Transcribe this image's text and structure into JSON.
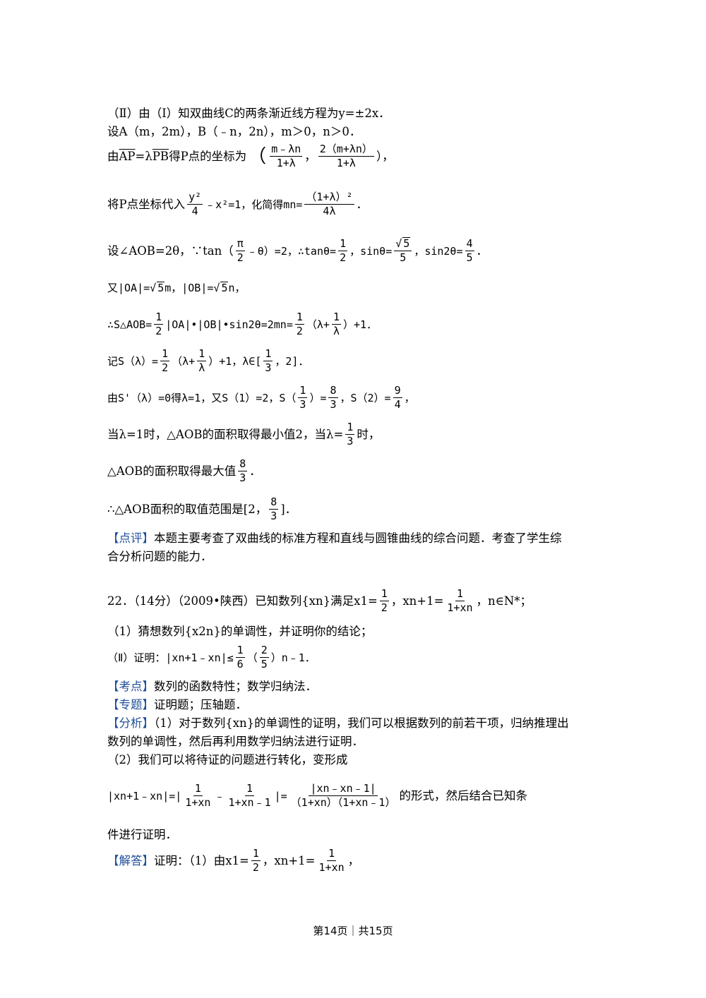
{
  "lines": {
    "l1": "（Ⅱ）由（Ⅰ）知双曲线C的两条渐近线方程为y=±2x．",
    "l2": "设A（m，2m），B（﹣n，2n），m＞0，n＞0．",
    "l3": {
      "pre": "由",
      "ap": "AP",
      "eq": "=λ",
      "pb": "PB",
      "mid": "得P点的坐标为",
      "x_num": "m﹣λn",
      "x_den": "1+λ",
      "y_num": "2（m+λn）",
      "y_den": "1+λ",
      "post": "），"
    },
    "l4": {
      "pre": "将P点坐标代入",
      "num": "y²",
      "den": "4",
      "mid": "﹣x²=1，化简得",
      "lhs": "mn=",
      "rnum": "（1+λ）²",
      "rden": "4λ",
      "post": "．"
    },
    "l5": {
      "pre": "设∠AOB=2θ，∵tan（",
      "pi_num": "π",
      "pi_den": "2",
      "mid1": "﹣θ）=2，∴tanθ=",
      "t_num": "1",
      "t_den": "2",
      "mid2": "，sinθ=",
      "s_num": "5",
      "s_den": "5",
      "mid3": "，sin2θ=",
      "s2_num": "4",
      "s2_den": "5",
      "post": "．"
    },
    "l6": {
      "pre": "又|OA|=",
      "oa_rad": "5",
      "oa_post": "m，|OB|=",
      "ob_rad": "5",
      "ob_post": "n，"
    },
    "l7": {
      "pre": "∴S△AOB=",
      "h_num": "1",
      "h_den": "2",
      "mid": "|OA|•|OB|•sin2θ=2mn=",
      "h2_num": "1",
      "h2_den": "2",
      "mid2": "（λ+",
      "l_num": "1",
      "l_den": "λ",
      "post": "）+1．"
    },
    "l8": {
      "pre": "记S（λ）=",
      "h_num": "1",
      "h_den": "2",
      "mid": "（λ+",
      "l_num": "1",
      "l_den": "λ",
      "mid2": "）+1，λ∈[",
      "a_num": "1",
      "a_den": "3",
      "post": "，2]．"
    },
    "l9": {
      "pre": "由S'（λ）=0得λ=1，又S（1）=2，S（",
      "a_num": "1",
      "a_den": "3",
      "mid": "）=",
      "b_num": "8",
      "b_den": "3",
      "mid2": "，S（2）=",
      "c_num": "9",
      "c_den": "4",
      "post": "，"
    },
    "l10": {
      "pre": "当λ=1时，△AOB的面积取得最小值2，当λ=",
      "a_num": "1",
      "a_den": "3",
      "post": "时，"
    },
    "l11": {
      "pre": "△AOB的面积取得最大值",
      "a_num": "8",
      "a_den": "3",
      "post": "．"
    },
    "l12": {
      "pre": "∴△AOB面积的取值范围是[2，",
      "a_num": "8",
      "a_den": "3",
      "post": "]．"
    },
    "comment": {
      "tag": "【点评】",
      "text1": "本题主要考查了双曲线的标准方程和直线与圆锥曲线的综合问题．考查了学生综",
      "text2": "合分析问题的能力．"
    },
    "q22": {
      "pre": "22．（14分）（2009•陕西）已知数列{xn}满足x1=",
      "a_num": "1",
      "a_den": "2",
      "mid": "，xn+1=",
      "b_num": "1",
      "b_den": "1+xn",
      "post": "，n∈N*；"
    },
    "q22_1": "（1）猜想数列{x2n}的单调性，并证明你的结论；",
    "q22_2": {
      "pre": "（Ⅱ）证明：|xn+1﹣xn|≤",
      "a_num": "1",
      "a_den": "6",
      "mid": "（",
      "b_num": "2",
      "b_den": "5",
      "post": "）n﹣1．"
    },
    "kaodian": {
      "tag": "【考点】",
      "text": "数列的函数特性；数学归纳法．"
    },
    "zhuanti": {
      "tag": "【专题】",
      "text": "证明题；压轴题．"
    },
    "fenxi": {
      "tag": "【分析】",
      "text1": "（1）对于数列{xn}的单调性的证明，我们可以根据数列的前若干项，归纳推理出",
      "text2": "数列的单调性，然后再利用数学归纳法进行证明．",
      "text3": "（2）我们可以将待证的问题进行转化，变形成"
    },
    "formula": {
      "pre": "|xn+1﹣xn|=|",
      "a_num": "1",
      "a_den": "1+xn",
      "mid": "﹣",
      "b_num": "1",
      "b_den": "1+xn﹣1",
      "mid2": "|=",
      "c_num": "|xn﹣xn﹣1|",
      "c_den": "（1+xn）（1+xn﹣1）",
      "post": "的形式，然后结合已知条"
    },
    "formula_cont": "件进行证明．",
    "jieda": {
      "tag": "【解答】",
      "pre": "证明：（1）由x1=",
      "a_num": "1",
      "a_den": "2",
      "mid": "，xn+1=",
      "b_num": "1",
      "b_den": "1+xn",
      "post": "，"
    }
  },
  "footer": "第14页｜共15页"
}
